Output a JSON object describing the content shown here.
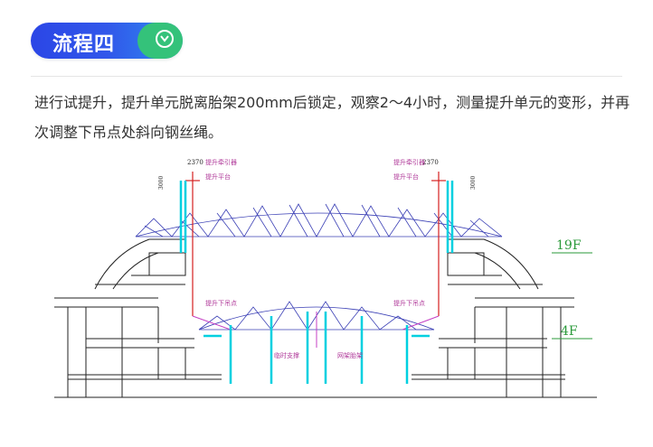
{
  "header": {
    "title": "流程四",
    "chevron": "chevron-down-icon",
    "colors": {
      "blue": "#2b46e6",
      "green": "#34c27a"
    }
  },
  "body": {
    "text": "进行试提升，提升单元脱离胎架200mm后锁定，观察2～4小时，测量提升单元的变形，并再次调整下吊点处斜向钢丝绳。"
  },
  "drawing": {
    "labels": {
      "top_left_dim": "2370",
      "top_right_dim": "2370",
      "left_vertical_dim": "3000",
      "right_vertical_dim": "3000",
      "left_lifter_1": "提升牵引器",
      "left_lifter_2": "提升平台",
      "right_lifter_1": "提升牵引器",
      "right_lifter_2": "提升平台",
      "left_lower_point": "提升下吊点",
      "right_lower_point": "提升下吊点",
      "floor_19": "19F",
      "floor_4": "4F",
      "bottom_label_1": "临时支撑",
      "bottom_label_2": "网架胎架"
    }
  }
}
